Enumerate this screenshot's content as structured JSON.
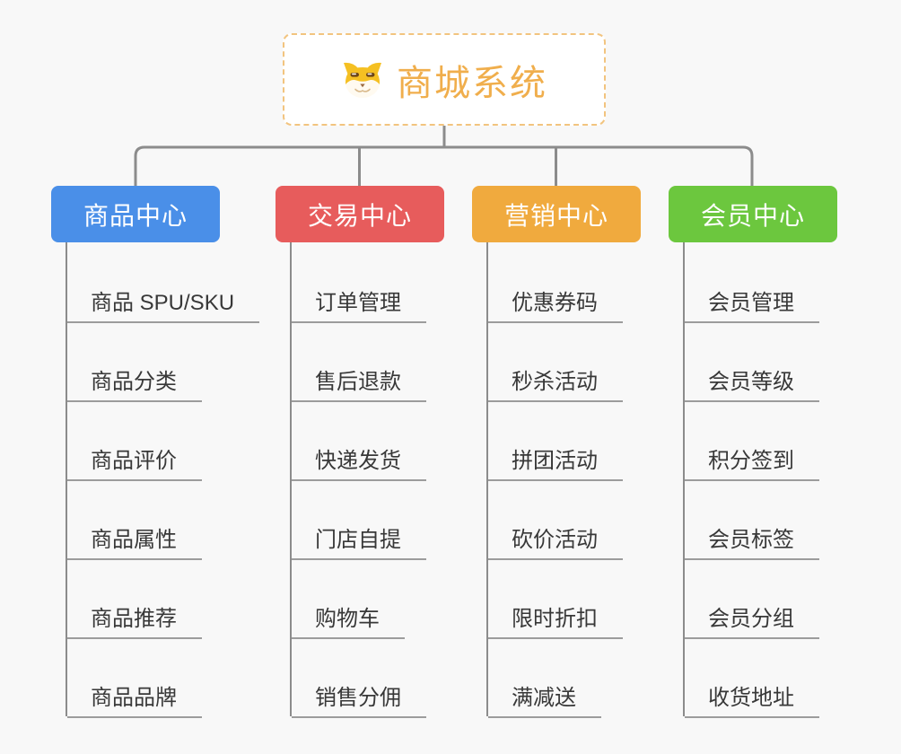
{
  "root": {
    "title": "商城系统",
    "icon": "dog-face-icon",
    "title_color": "#f0ae4c",
    "border_color": "#f2c47f"
  },
  "branches": [
    {
      "label": "商品中心",
      "color": "#4a8fe8",
      "children": [
        "商品 SPU/SKU",
        "商品分类",
        "商品评价",
        "商品属性",
        "商品推荐",
        "商品品牌"
      ]
    },
    {
      "label": "交易中心",
      "color": "#e75c5c",
      "children": [
        "订单管理",
        "售后退款",
        "快递发货",
        "门店自提",
        "购物车",
        "销售分佣"
      ]
    },
    {
      "label": "营销中心",
      "color": "#f0aa3e",
      "children": [
        "优惠券码",
        "秒杀活动",
        "拼团活动",
        "砍价活动",
        "限时折扣",
        "满减送"
      ]
    },
    {
      "label": "会员中心",
      "color": "#6cc73e",
      "children": [
        "会员管理",
        "会员等级",
        "积分签到",
        "会员标签",
        "会员分组",
        "收货地址"
      ]
    }
  ],
  "colors": {
    "background": "#f8f8f8",
    "connector": "#8c8c8c",
    "underline": "#9c9c9c",
    "child_text": "#383838"
  }
}
